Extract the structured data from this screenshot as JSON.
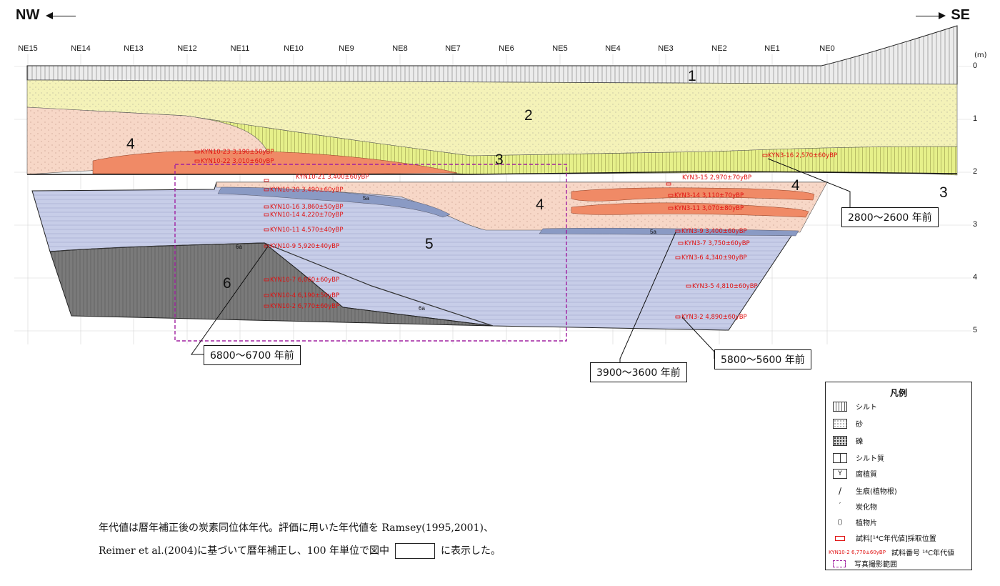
{
  "direction": {
    "left": "NW",
    "right": "SE"
  },
  "stations": [
    "NE15",
    "NE14",
    "NE13",
    "NE12",
    "NE11",
    "NE10",
    "NE9",
    "NE8",
    "NE7",
    "NE6",
    "NE5",
    "NE4",
    "NE3",
    "NE2",
    "NE1",
    "NE0"
  ],
  "depth_unit": "(m)",
  "depth_ticks": [
    "0",
    "1",
    "2",
    "3",
    "4",
    "5"
  ],
  "layers": {
    "l1": "1",
    "l2": "2",
    "l3a": "3",
    "l3b": "3",
    "l4a": "4",
    "l4b": "4",
    "l4c": "4",
    "l5": "5",
    "l6": "6"
  },
  "sublayers": {
    "s5a_left": "5a",
    "s5a_right": "5a",
    "s6a_top": "6a",
    "s6a_bottom": "6a"
  },
  "samples": [
    "KYN10-23  3,190±50yBP",
    "KYN10-22  3,010±60yBP",
    "KYN10-21  3,400±60yBP",
    "KYN10-20  3,490±60yBP",
    "KYN10-16  3,860±50yBP",
    "KYN10-14  4,220±70yBP",
    "KYN10-11  4,570±40yBP",
    "KYN10-9  5,920±40yBP",
    "KYN10-7  6,060±60yBP",
    "KYN10-4  6,190±50yBP",
    "KYN10-2  6,770±60yBP",
    "KYN3-16  2,570±60yBP",
    "KYN3-15  2,970±70yBP",
    "KYN3-14  3,110±70yBP",
    "KYN3-11  3,070±80yBP",
    "KYN3-9  3,400±60yBP",
    "KYN3-7  3,750±60yBP",
    "KYN3-6  4,340±90yBP",
    "KYN3-5  4,810±60yBP",
    "KYN3-2  4,890±60yBP"
  ],
  "age_boxes": {
    "a": "2800～2600 年前",
    "b": "6800～6700 年前",
    "c": "5800～5600 年前",
    "d": "3900～3600 年前"
  },
  "legend": {
    "title": "凡例",
    "silt": "シルト",
    "sand": "砂",
    "gravel": "礫",
    "silty": "シルト質",
    "humus_symbol": "Y",
    "humus": "腐植質",
    "bioturbation": "生痕(植物根)",
    "charcoal": "炭化物",
    "plant": "植物片",
    "sample_pos": "試料[¹⁴C年代値]採取位置",
    "example_sample": "KYN10-2  6,770±60yBP",
    "sample_id": "試料番号  ¹⁴C年代値",
    "photo_area": "写真撮影範囲"
  },
  "note": {
    "line1": "年代値は暦年補正後の炭素同位体年代。評価に用いた年代値を Ramsey(1995,2001)、",
    "line2a": "Reimer et al.(2004)に基づいて暦年補正し、100 年単位で図中",
    "line2b": "に表示した。"
  },
  "colors": {
    "silt_top": "#ececec",
    "sand": "#f4f2b8",
    "band3": "#e6f08a",
    "layer4": "#f7d7c7",
    "layer4_dark": "#f08a66",
    "layer5": "#c7cde8",
    "layer5a": "#8a9ac4",
    "layer6": "#7a7a7a",
    "sample": "#e01010",
    "photo": "#a020a0"
  }
}
